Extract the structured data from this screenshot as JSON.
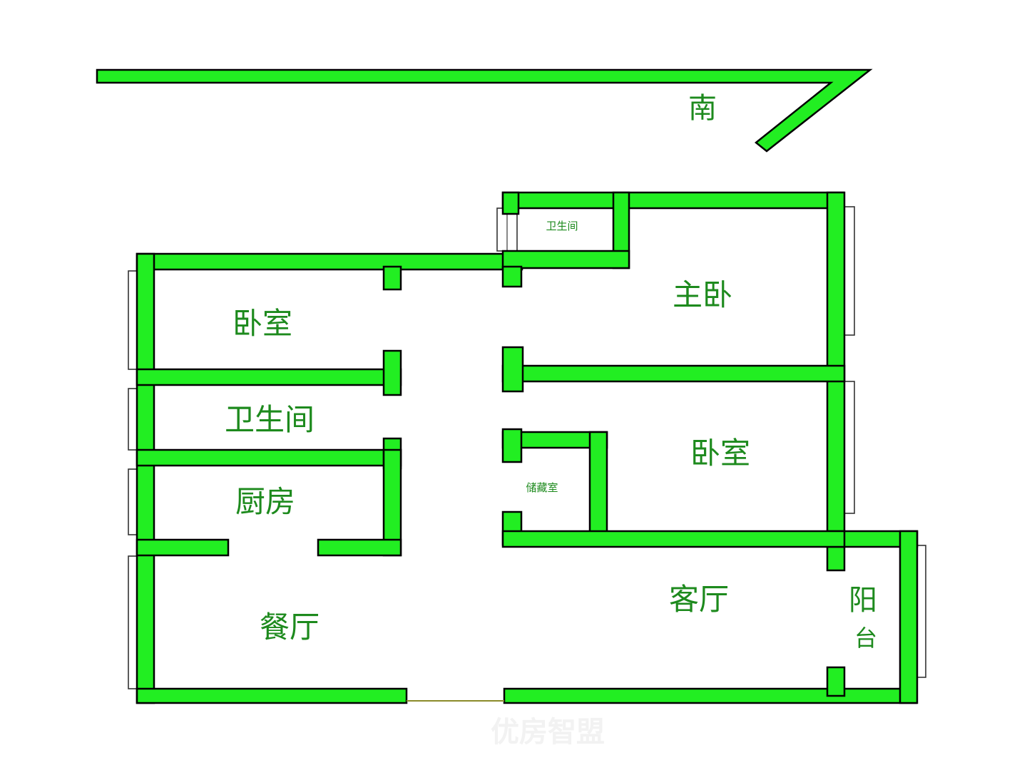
{
  "compass": {
    "direction_label": "南"
  },
  "rooms": {
    "bedroom_west": "卧室",
    "master_bedroom": "主卧",
    "bathroom": "卫生间",
    "small_bathroom": "卫生间",
    "bedroom_east": "卧室",
    "kitchen": "厨房",
    "storage": "储藏室",
    "dining": "餐厅",
    "living": "客厅",
    "balcony_top": "阳",
    "balcony_bottom": "台"
  },
  "watermark": "优房智盟",
  "colors": {
    "wall": "#22ee22",
    "text": "#1d8a1d",
    "outline": "#000000"
  }
}
